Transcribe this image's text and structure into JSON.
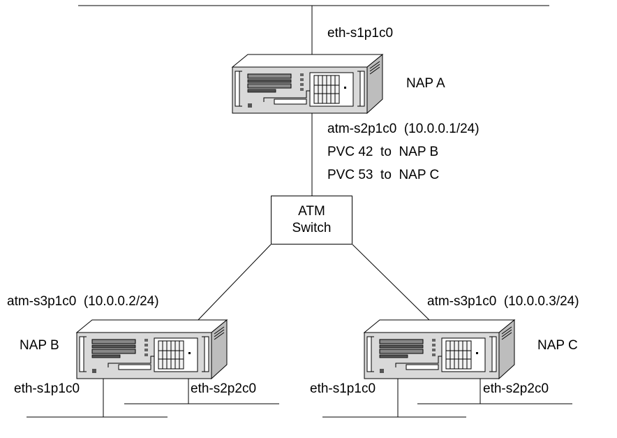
{
  "nodes": {
    "nap_a": {
      "name": "NAP A",
      "uplink_interface": "eth-s1p1c0",
      "atm_interface": "atm-s2p1c0  (10.0.0.1/24)",
      "pvcs": [
        "PVC 42  to  NAP B",
        "PVC 53  to  NAP C"
      ]
    },
    "atm_switch": {
      "line1": "ATM",
      "line2": "Switch"
    },
    "nap_b": {
      "name": "NAP B",
      "atm_interface": "atm-s3p1c0  (10.0.0.2/24)",
      "eth1": "eth-s1p1c0",
      "eth2": "eth-s2p2c0"
    },
    "nap_c": {
      "name": "NAP C",
      "atm_interface": "atm-s3p1c0  (10.0.0.3/24)",
      "eth1": "eth-s1p1c0",
      "eth2": "eth-s2p2c0"
    }
  }
}
